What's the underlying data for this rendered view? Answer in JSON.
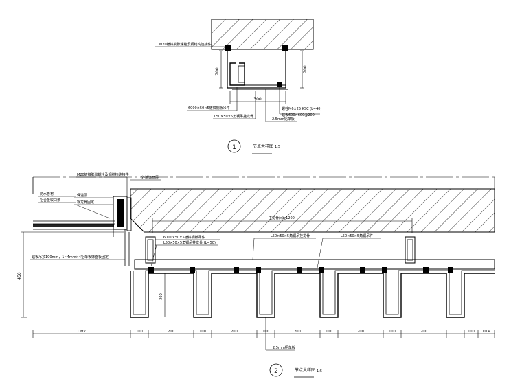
{
  "detail1": {
    "callout_top_left": "M20镀锌膨胀螺栓及钢结构连接件",
    "dim_height_left": "200",
    "dim_height_right": "200",
    "dim_width": "300",
    "callout_bottom_left_1": "6000×50×5镀锌钢板吊件",
    "callout_bottom_left_2": "L50×50×5角钢吊挂龙骨",
    "callout_bottom_right_1": "螺栓M6×25 KSC (L=40)",
    "callout_bottom_right_2": "铝板600×600@200",
    "callout_bottom_center": "2.5mm铝单板",
    "number": "1",
    "title": "节点大样图",
    "scale": "1:5"
  },
  "detail2": {
    "callout_top_1": "M20镀锌膨胀螺栓及钢结构连接件",
    "callout_top_2": "外墙饰面层",
    "callout_left_1": "防水卷材",
    "callout_left_2": "铝合金收口条",
    "callout_left_3": "保温层",
    "callout_left_4": "钢龙骨固定",
    "callout_mid_1": "主龙骨间距1200",
    "callout_mid_2": "6000×50×5镀锌钢板吊件",
    "callout_mid_3": "L50×50×5角钢吊挂龙骨 (L=50)",
    "callout_mid_4": "L50×50×5角钢吊挂龙骨",
    "callout_mid_5": "L50×50×5角钢吊件",
    "callout_left_long": "铝板吊顶100mm，1~4mm×4铝单板饰面板固定",
    "dim_height": "450",
    "dim_small": "200",
    "dims_bottom": [
      "OMV",
      "100",
      "200",
      "100",
      "200",
      "100",
      "200",
      "100",
      "200",
      "100",
      "200",
      "100",
      "D14"
    ],
    "callout_bottom": "2.5mm铝单板",
    "number": "2",
    "title": "节点大样图",
    "scale": "1:5"
  }
}
